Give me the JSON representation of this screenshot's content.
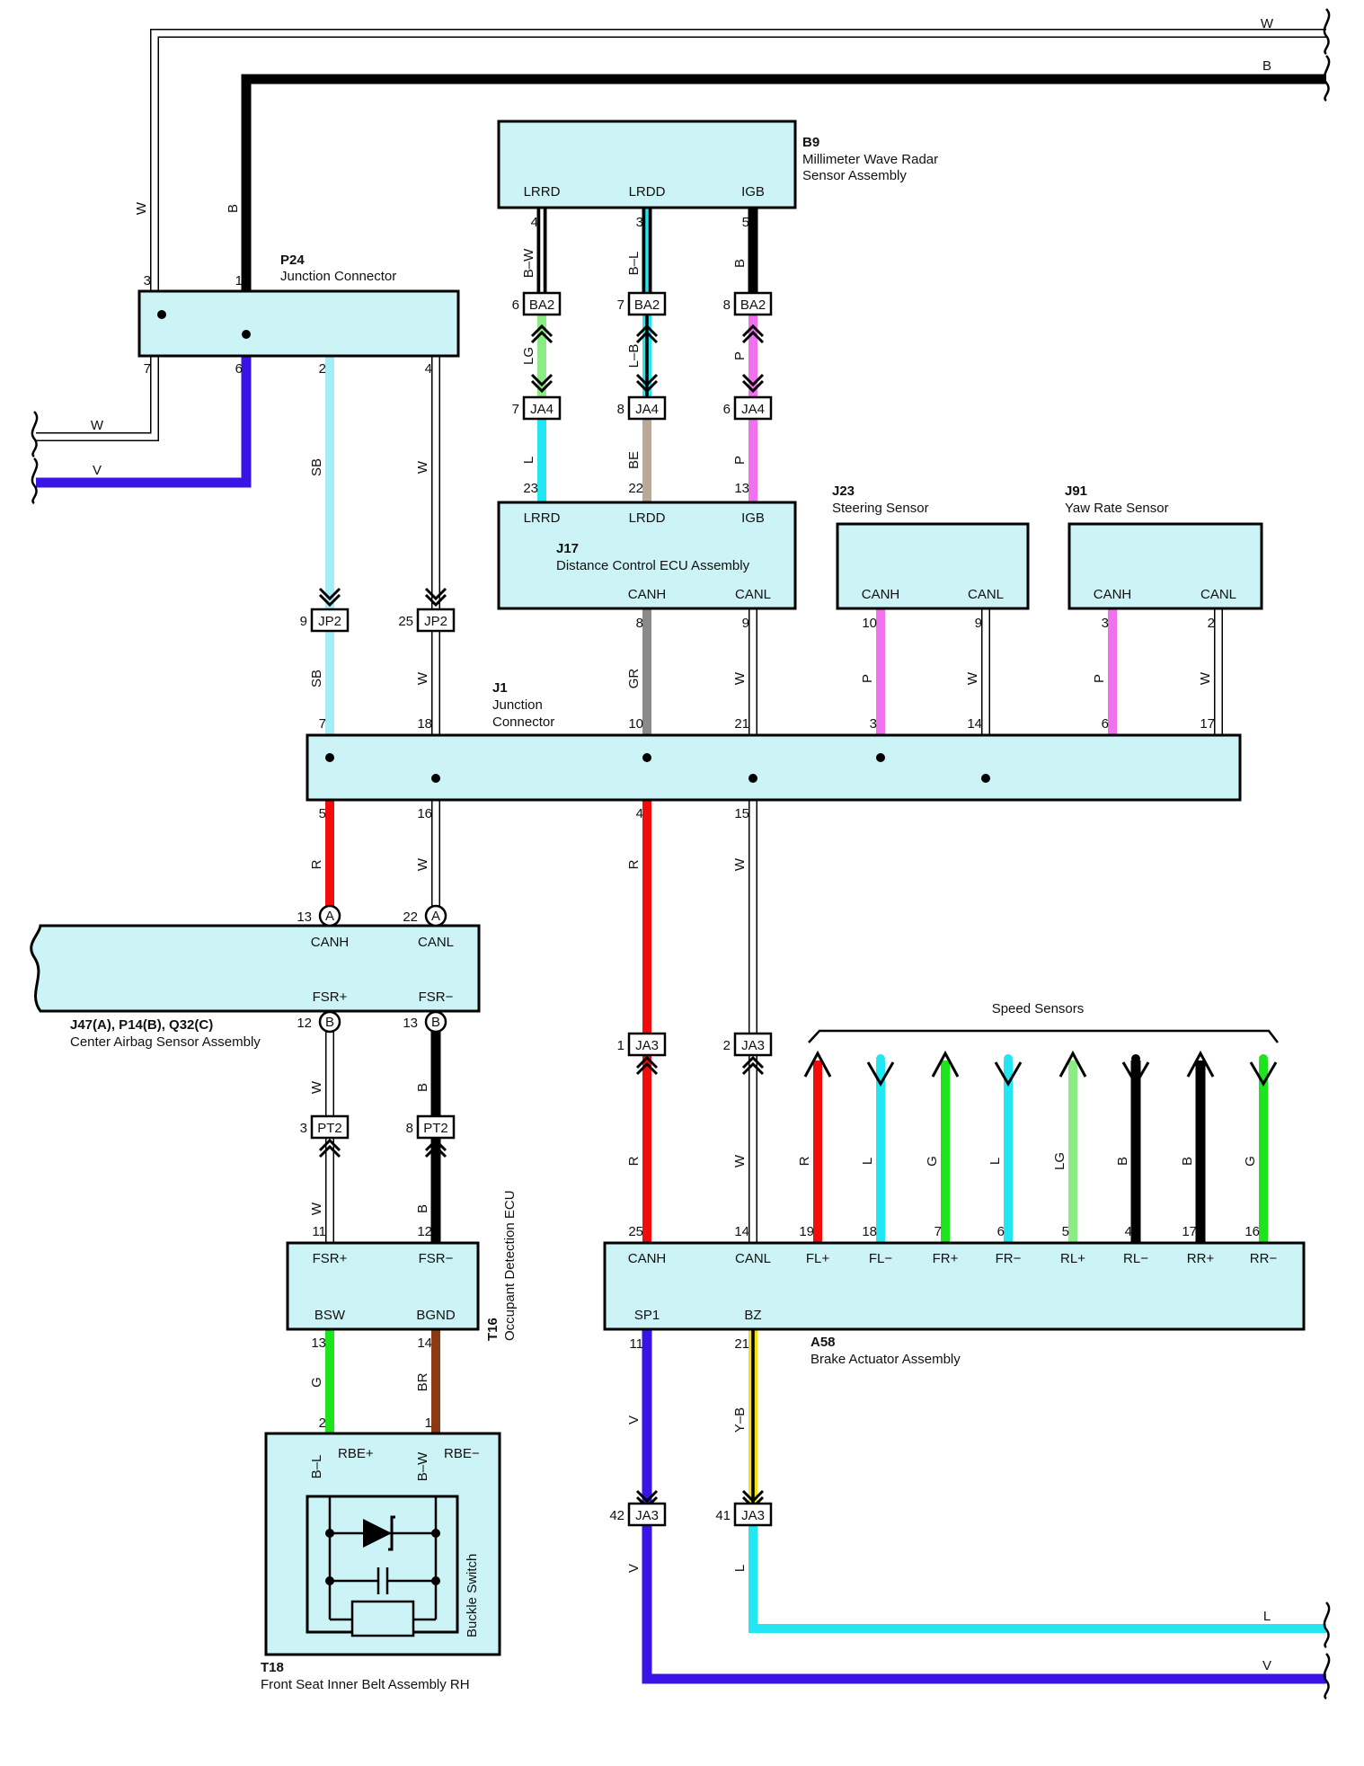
{
  "components": {
    "b9": {
      "id": "B9",
      "name1": "Millimeter Wave Radar",
      "name2": "Sensor Assembly",
      "pins": [
        "LRRD",
        "LRDD",
        "IGB"
      ]
    },
    "j17": {
      "id": "J17",
      "name": "Distance Control ECU Assembly",
      "top_pins": [
        "LRRD",
        "LRDD",
        "IGB"
      ],
      "bottom_pins": [
        "CANH",
        "CANL"
      ]
    },
    "p24": {
      "id": "P24",
      "name": "Junction Connector"
    },
    "j23": {
      "id": "J23",
      "name": "Steering Sensor",
      "pins": [
        "CANH",
        "CANL"
      ]
    },
    "j91": {
      "id": "J91",
      "name": "Yaw Rate Sensor",
      "pins": [
        "CANH",
        "CANL"
      ]
    },
    "j1": {
      "id": "J1",
      "name1": "Junction",
      "name2": "Connector"
    },
    "airbag": {
      "id": "J47(A), P14(B), Q32(C)",
      "name": "Center Airbag Sensor Assembly",
      "top_pins": [
        "CANH",
        "CANL"
      ],
      "bottom_pins": [
        "FSR+",
        "FSR−"
      ]
    },
    "t16": {
      "id": "T16",
      "name": "Occupant Detection ECU",
      "top_pins": [
        "FSR+",
        "FSR−"
      ],
      "bottom_pins": [
        "BSW",
        "BGND"
      ]
    },
    "t18": {
      "id": "T18",
      "name": "Front Seat Inner Belt Assembly RH",
      "pins": [
        "RBE+",
        "RBE−"
      ],
      "switch": "Buckle Switch"
    },
    "a58": {
      "id": "A58",
      "name": "Brake Actuator Assembly",
      "top_pins": [
        "CANH",
        "CANL",
        "FL+",
        "FL−",
        "FR+",
        "FR−",
        "RL+",
        "RL−",
        "RR+",
        "RR−"
      ],
      "bottom_pins": [
        "SP1",
        "BZ"
      ]
    },
    "speed": {
      "label": "Speed Sensors"
    }
  },
  "connectors": {
    "ba2": "BA2",
    "ja4": "JA4",
    "jp2": "JP2",
    "ja3": "JA3",
    "pt2": "PT2",
    "a": "A",
    "b": "B"
  },
  "pins": {
    "p24": [
      "3",
      "1",
      "7",
      "6",
      "2",
      "4"
    ],
    "b9": [
      "4",
      "3",
      "5"
    ],
    "ba2": [
      "6",
      "7",
      "8"
    ],
    "ja4": [
      "7",
      "8",
      "6"
    ],
    "j17_top": [
      "23",
      "22",
      "13"
    ],
    "j17_bot": [
      "8",
      "9"
    ],
    "jp2": [
      "9",
      "25"
    ],
    "j23": [
      "10",
      "9"
    ],
    "j91": [
      "3",
      "2"
    ],
    "j1_top": [
      "7",
      "18",
      "10",
      "21",
      "3",
      "14",
      "6",
      "17"
    ],
    "j1_bot": [
      "5",
      "16",
      "4",
      "15"
    ],
    "airbag": [
      "13",
      "22",
      "12",
      "13"
    ],
    "ja3_top": [
      "1",
      "2"
    ],
    "pt2": [
      "3",
      "8"
    ],
    "t16_top": [
      "11",
      "12"
    ],
    "t16_bot": [
      "13",
      "14"
    ],
    "t18": [
      "2",
      "1"
    ],
    "a58_top": [
      "25",
      "14",
      "19",
      "18",
      "7",
      "6",
      "5",
      "4",
      "17",
      "16"
    ],
    "a58_bot": [
      "11",
      "21"
    ],
    "ja3_bot": [
      "42",
      "41"
    ]
  },
  "wires": {
    "top_w": "W",
    "top_b": "B",
    "p24_w": "W",
    "p24_b": "B",
    "left_w": "W",
    "left_v": "V",
    "p24_sb": "SB",
    "p24_w2": "W",
    "b9_bw": "B–W",
    "b9_bl": "B–L",
    "b9_b": "B",
    "ba2_lg": "LG",
    "ba2_lb": "L–B",
    "ba2_p": "P",
    "ja4_l": "L",
    "ja4_be": "BE",
    "ja4_p": "P",
    "jp2_sb": "SB",
    "jp2_w": "W",
    "j17_gr": "GR",
    "j17_w": "W",
    "j23_p": "P",
    "j23_w": "W",
    "j91_p": "P",
    "j91_w": "W",
    "j1_r": "R",
    "j1_w": "W",
    "j1_r2": "R",
    "j1_w2": "W",
    "ab_w": "W",
    "ab_b": "B",
    "pt2_w": "W",
    "pt2_b": "B",
    "ja3_r": "R",
    "ja3_w": "W",
    "speed": [
      "R",
      "L",
      "G",
      "L",
      "LG",
      "B",
      "B",
      "G"
    ],
    "t16_g": "G",
    "t16_br": "BR",
    "t18_bl": "B–L",
    "t18_bw": "B–W",
    "a58_v": "V",
    "a58_yb": "Y–B",
    "ja3_v": "V",
    "ja3_l": "L",
    "bot_l": "L",
    "bot_v": "V"
  },
  "colors": {
    "W": "#ffffff",
    "B": "#000000",
    "V": "#3a14e6",
    "SB": "#a6ecf6",
    "L": "#22e6f2",
    "LG": "#8aec82",
    "P": "#f070ee",
    "BE": "#bba998",
    "GR": "#8a8a8a",
    "R": "#f20c0c",
    "G": "#1ee41e",
    "BR": "#8b3a12",
    "Y": "#f2e214",
    "box": "#ccf3f6"
  }
}
